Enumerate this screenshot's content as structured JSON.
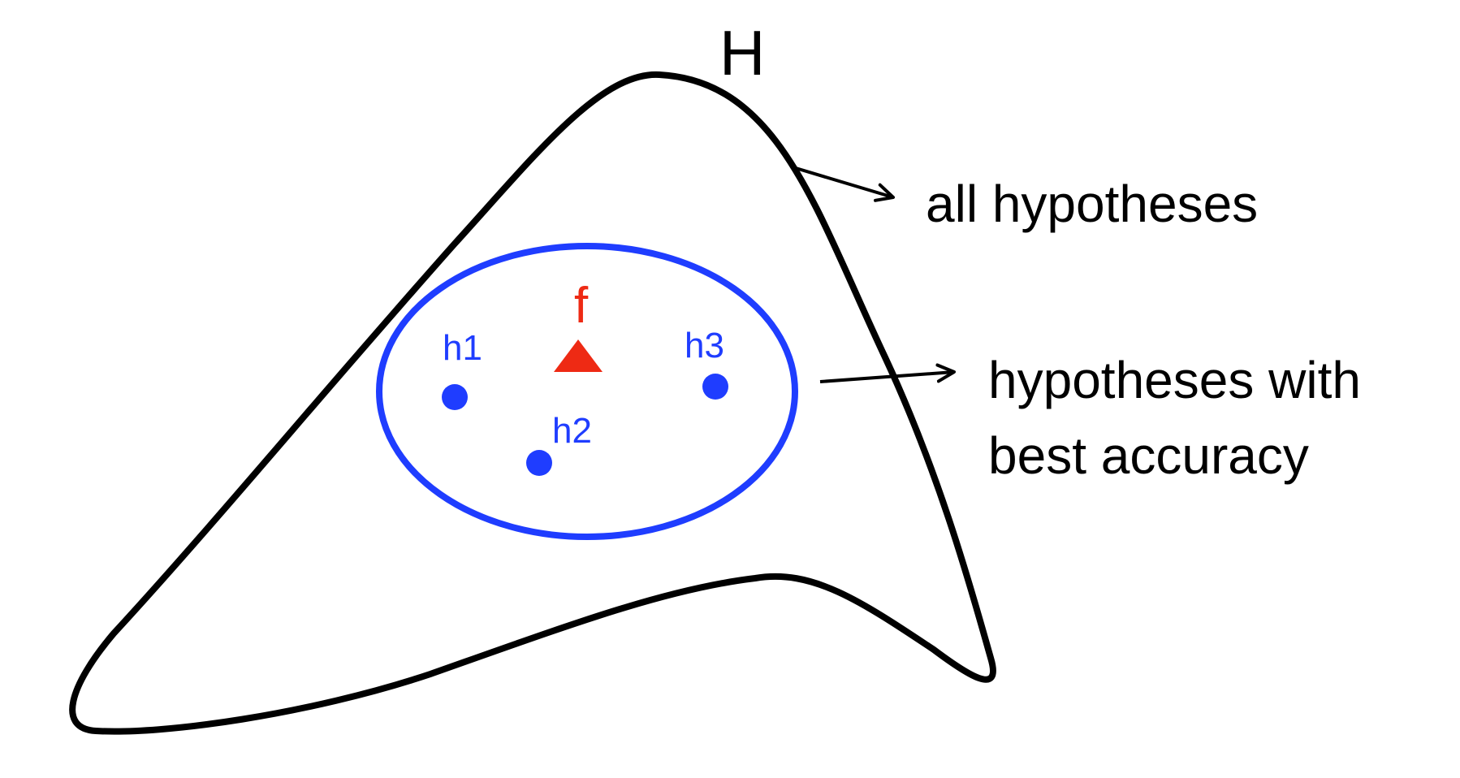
{
  "set_label": "H",
  "annotations": [
    {
      "text": "all hypotheses"
    },
    {
      "lines": [
        "hypotheses with",
        "best accuracy"
      ]
    }
  ],
  "target": {
    "label": "f",
    "color": "#ee2a14"
  },
  "hypotheses": [
    {
      "label": "h1"
    },
    {
      "label": "h2"
    },
    {
      "label": "h3"
    }
  ],
  "colors": {
    "outline": "#000000",
    "subset": "#1f3dff",
    "points": "#1f3dff"
  }
}
